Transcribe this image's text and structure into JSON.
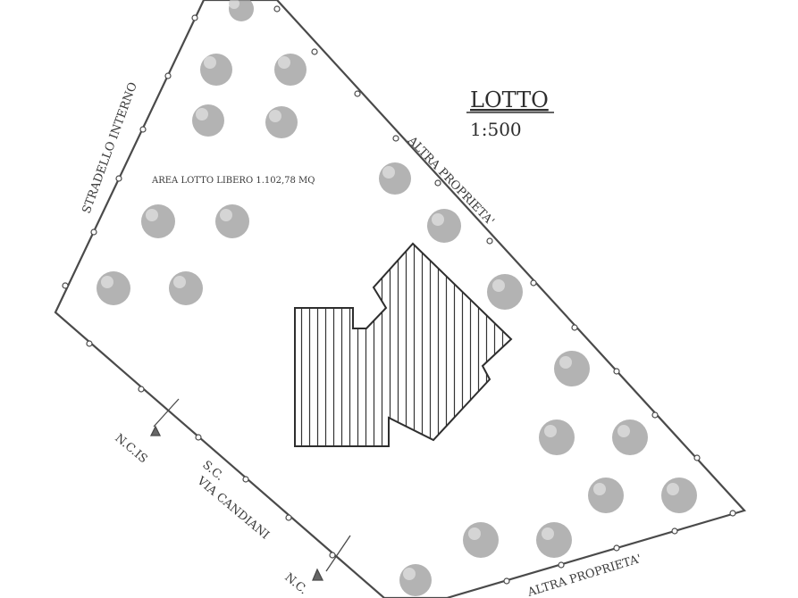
{
  "title": "LOTTO",
  "scale": "1:500",
  "labels": {
    "stradello": "STRADELLO INTERNO",
    "area": "AREA LOTTO LIBERO 1.102,78 MQ",
    "altra_proprieta_ne": "ALTRA PROPRIETA'",
    "altra_proprieta_s": "ALTRA PROPRIETA'",
    "sc": "S.C.",
    "via_candiani": "VIA CANDIANI",
    "ncis": "N.C.IS",
    "nc_bottom": "N.C."
  },
  "colors": {
    "line": "#4a4a4a",
    "tree": "#8f8f8f",
    "hatch": "#333333"
  }
}
